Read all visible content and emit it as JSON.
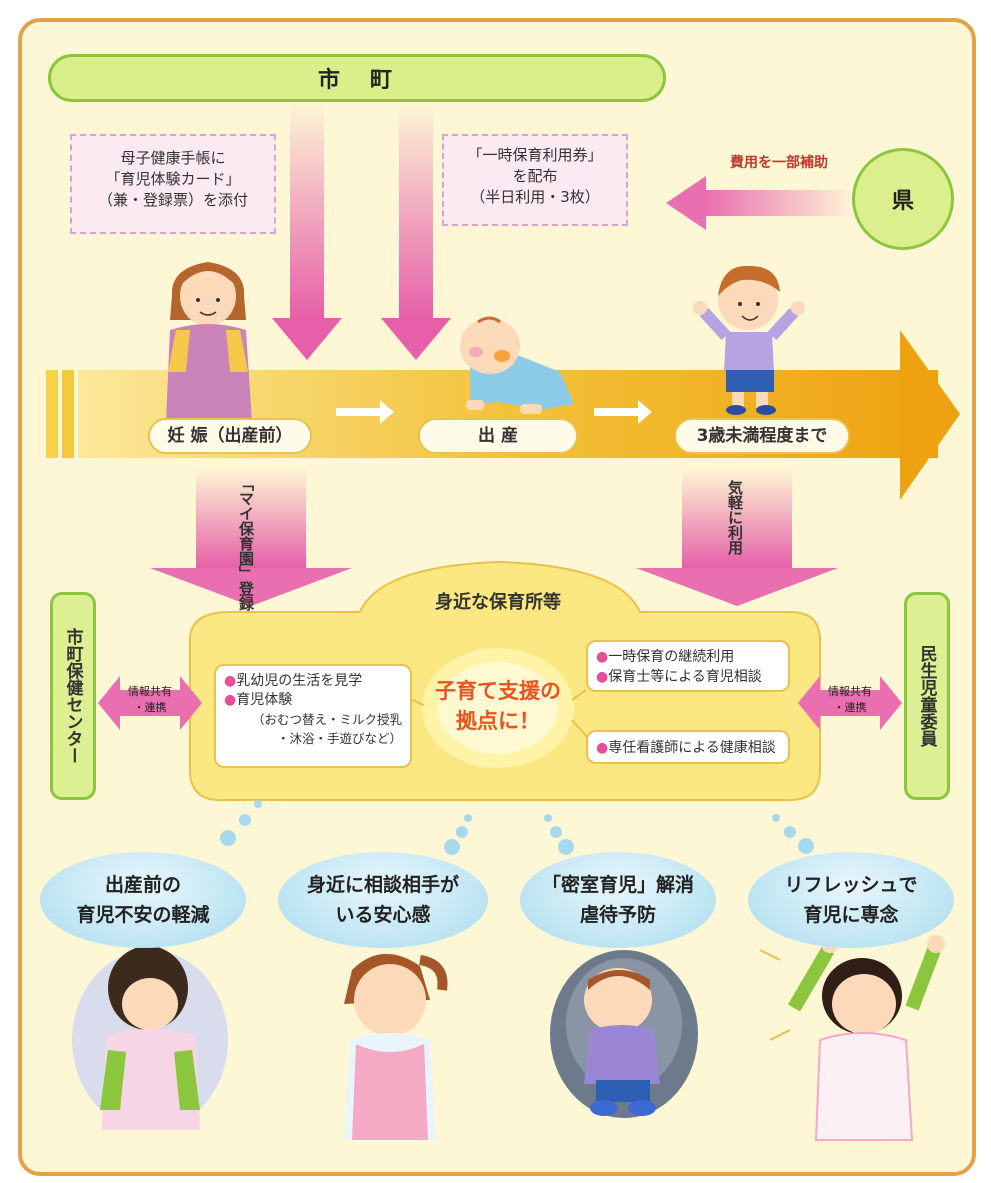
{
  "top_bar": "市　町",
  "prefecture": "県",
  "subsidy_label": "費用を一部補助",
  "note_left": [
    "母子健康手帳に",
    "「育児体験カード」",
    "（兼・登録票）を添付"
  ],
  "note_right": [
    "「一時保育利用券」",
    "を配布",
    "（半日利用・3枚）"
  ],
  "stages": [
    "妊 娠（出産前）",
    "出 産",
    "3歳未満程度まで"
  ],
  "register_label": "「マイ保育園」登録",
  "easy_use_label": "気軽に利用",
  "nursery_title": "身近な保育所等",
  "left_side": "市町保健センター",
  "right_side": "民生児童委員",
  "info_share_left": [
    "情報共有",
    "・連携"
  ],
  "info_share_right": [
    "情報共有",
    "・連携"
  ],
  "activities_left": {
    "item1": "乳幼児の生活を見学",
    "item2": "育児体験",
    "detail1": "（おむつ替え・ミルク授乳",
    "detail2": "・沐浴・手遊びなど）"
  },
  "hub_text": [
    "子育て支援の",
    "拠点に！"
  ],
  "activities_right": {
    "item1": "一時保育の継続利用",
    "item2": "保育士等による育児相談",
    "item3": "専任看護師による健康相談"
  },
  "benefits": [
    [
      "出産前の",
      "育児不安の軽減"
    ],
    [
      "身近に相談相手が",
      "いる安心感"
    ],
    [
      "「密室育児」解消",
      "虐待予防"
    ],
    [
      "リフレッシュで",
      "育児に専念"
    ]
  ],
  "colors": {
    "green": "#d9ef8a",
    "pink_arrow": "#e96fb0",
    "timeline": "#f0b11c",
    "frame": "#e3a14a",
    "bubble": "#bde4f2"
  }
}
